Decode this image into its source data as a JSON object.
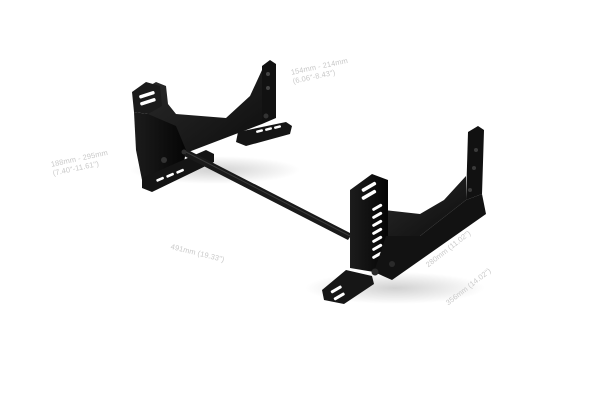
{
  "dimensions": {
    "top_right": {
      "line1": "154mm - 214mm",
      "line2": "(6.06\"-8.43\")"
    },
    "left": {
      "line1": "188mm - 295mm",
      "line2": "(7.40\"-11.61\")"
    },
    "center": {
      "line1": "491mm (19.33\")"
    },
    "right_height": {
      "line1": "280mm (11.02\")"
    },
    "right_length": {
      "line1": "356mm (14.02\")"
    }
  },
  "colors": {
    "background": "#ffffff",
    "metal": "#151515",
    "metal_highlight": "#2d2d2d",
    "label": "#c9c9c9"
  }
}
